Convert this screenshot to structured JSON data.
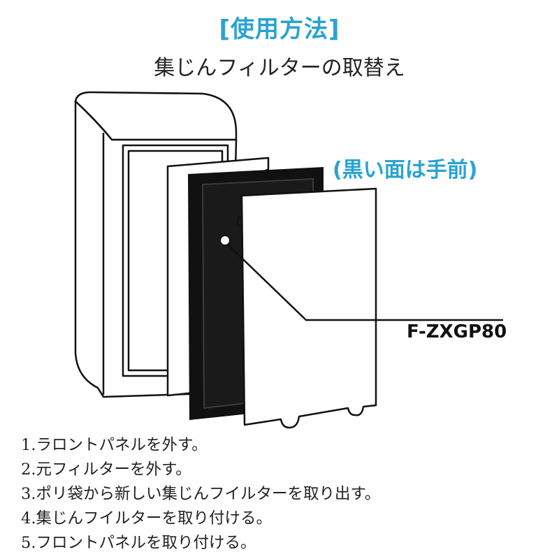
{
  "header": {
    "title": "[使用方法]",
    "subtitle": "集じんフィルターの取替え"
  },
  "diagram": {
    "note_label": "(黒い面は手前)",
    "model_label": "F-ZXGP80"
  },
  "steps": [
    "1.ラロントパネルを外す。",
    "2.元フィルターを外す。",
    "3.ポリ袋から新しい集じんフイルターを取り出す。",
    "4.集じんフイルターを取り付ける。",
    "5.フロントパネルを取り付ける。"
  ],
  "colors": {
    "accent": "#2aa3d2",
    "filter_black": "#111111",
    "line": "#111111"
  }
}
